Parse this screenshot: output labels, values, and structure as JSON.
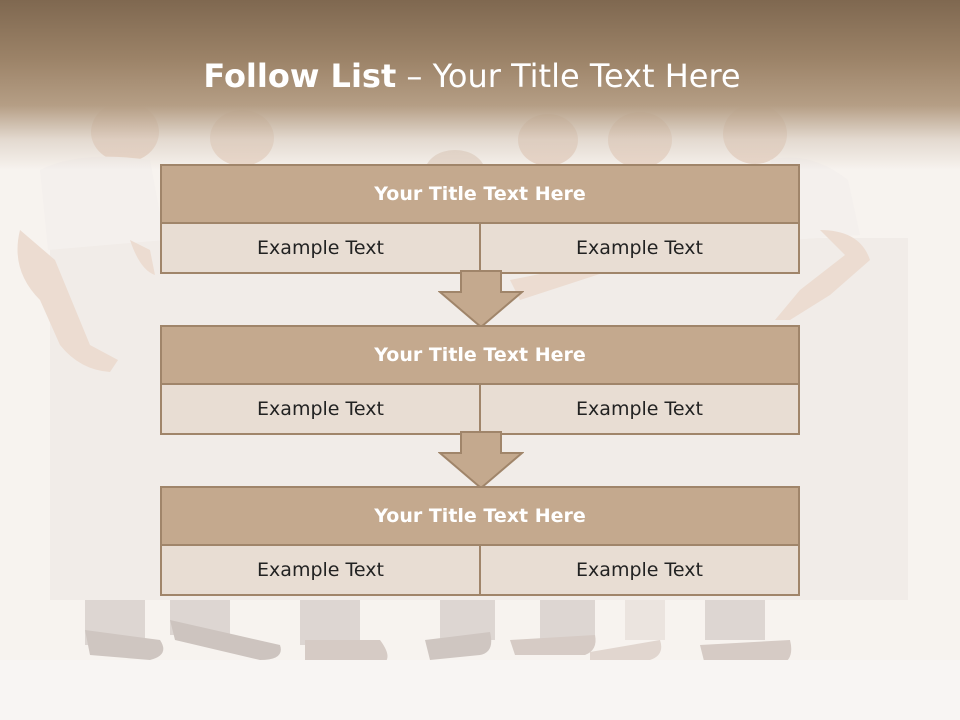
{
  "slide": {
    "title_bold": "Follow List",
    "title_rest": "– Your Title Text Here"
  },
  "blocks": [
    {
      "title": "Your Title Text Here",
      "left": "Example Text",
      "right": "Example Text"
    },
    {
      "title": "Your Title Text Here",
      "left": "Example Text",
      "right": "Example Text"
    },
    {
      "title": "Your Title Text Here",
      "left": "Example Text",
      "right": "Example Text"
    }
  ],
  "colors": {
    "accent": "#c4a98e",
    "border": "#a0856a",
    "cell": "#e8ddd3",
    "header": "#8b7258"
  },
  "icons": [
    "down-arrow-icon",
    "down-arrow-icon"
  ]
}
